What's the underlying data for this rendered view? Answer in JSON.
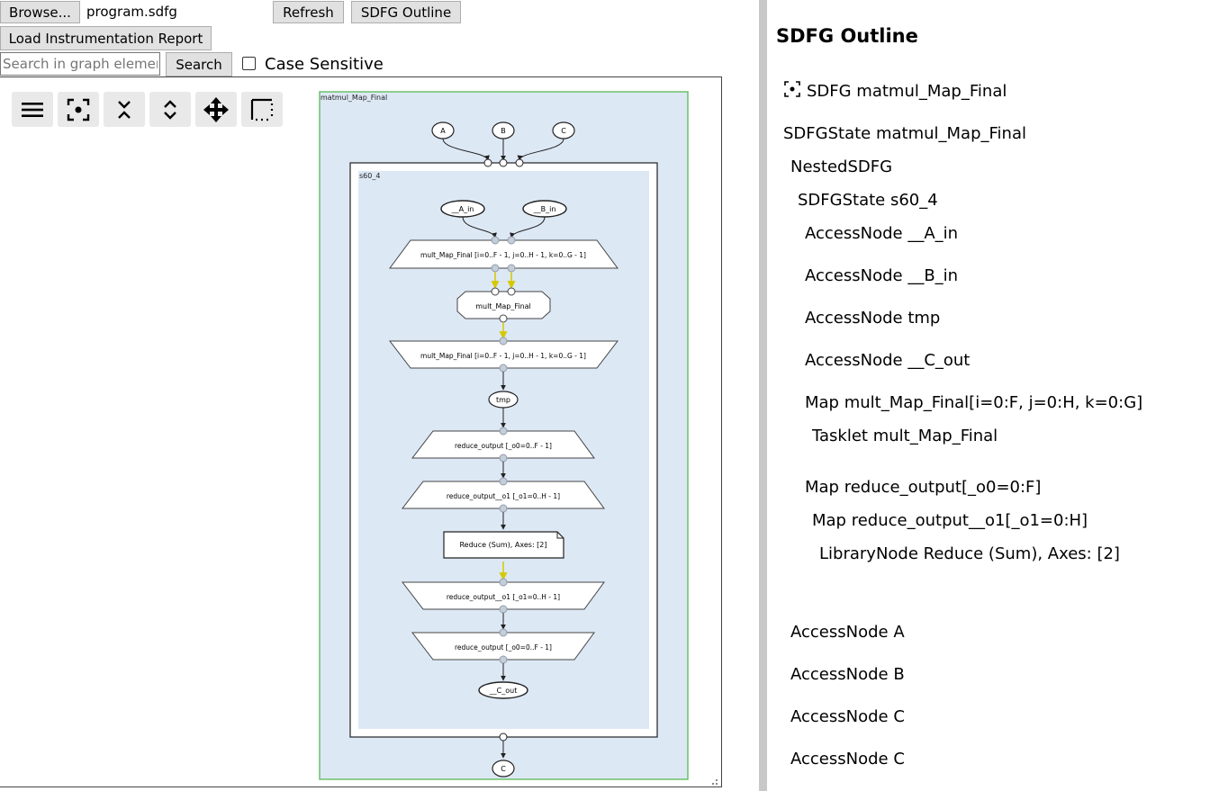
{
  "toolbar": {
    "browse_label": "Browse...",
    "file_name": "program.sdfg",
    "refresh_label": "Refresh",
    "outline_label": "SDFG Outline",
    "load_report_label": "Load Instrumentation Report",
    "search_placeholder": "Search in graph elements",
    "search_label": "Search",
    "case_sensitive_label": "Case Sensitive",
    "case_sensitive_checked": false
  },
  "canvas_tools": [
    "menu-icon",
    "zoom-to-fit-icon",
    "collapse-all-icon",
    "expand-all-icon",
    "move-mode-icon",
    "box-select-icon"
  ],
  "graph": {
    "outer_state_label": "matmul_Map_Final",
    "access_a": "A",
    "access_b": "B",
    "access_c_in": "C",
    "nested_state_label": "s60_4",
    "access_a_in": "__A_in",
    "access_b_in": "__B_in",
    "map_entry": "mult_Map_Final [i=0..F - 1, j=0..H - 1, k=0..G - 1]",
    "tasklet": "mult_Map_Final",
    "map_exit": "mult_Map_Final [i=0..F - 1, j=0..H - 1, k=0..G - 1]",
    "access_tmp": "tmp",
    "reduce_entry_outer": "reduce_output [_o0=0..F - 1]",
    "reduce_entry_inner": "reduce_output__o1 [_o1=0..H - 1]",
    "library_node": "Reduce (Sum), Axes: [2]",
    "reduce_exit_inner": "reduce_output__o1 [_o1=0..H - 1]",
    "reduce_exit_outer": "reduce_output [_o0=0..F - 1]",
    "access_c_out": "__C_out",
    "access_c_final": "C",
    "colors": {
      "state_bg": "#dde8f5",
      "state_border": "#6cc06c",
      "memlet_yellow": "#d4c800",
      "connector": "#c0cfd9"
    }
  },
  "outline": {
    "title": "SDFG Outline",
    "items": [
      {
        "label": "SDFG matmul_Map_Final"
      },
      {
        "label": "SDFGState matmul_Map_Final"
      },
      {
        "label": "NestedSDFG"
      },
      {
        "label": "SDFGState s60_4"
      },
      {
        "label": "AccessNode __A_in"
      },
      {
        "label": "AccessNode __B_in"
      },
      {
        "label": "AccessNode tmp"
      },
      {
        "label": "AccessNode __C_out"
      },
      {
        "label": "Map mult_Map_Final[i=0:F, j=0:H, k=0:G]"
      },
      {
        "label": "Tasklet mult_Map_Final"
      },
      {
        "label": "Map reduce_output[_o0=0:F]"
      },
      {
        "label": "Map reduce_output__o1[_o1=0:H]"
      },
      {
        "label": "LibraryNode Reduce (Sum), Axes: [2]"
      },
      {
        "label": "AccessNode A"
      },
      {
        "label": "AccessNode B"
      },
      {
        "label": "AccessNode C"
      },
      {
        "label": "AccessNode C"
      }
    ]
  }
}
